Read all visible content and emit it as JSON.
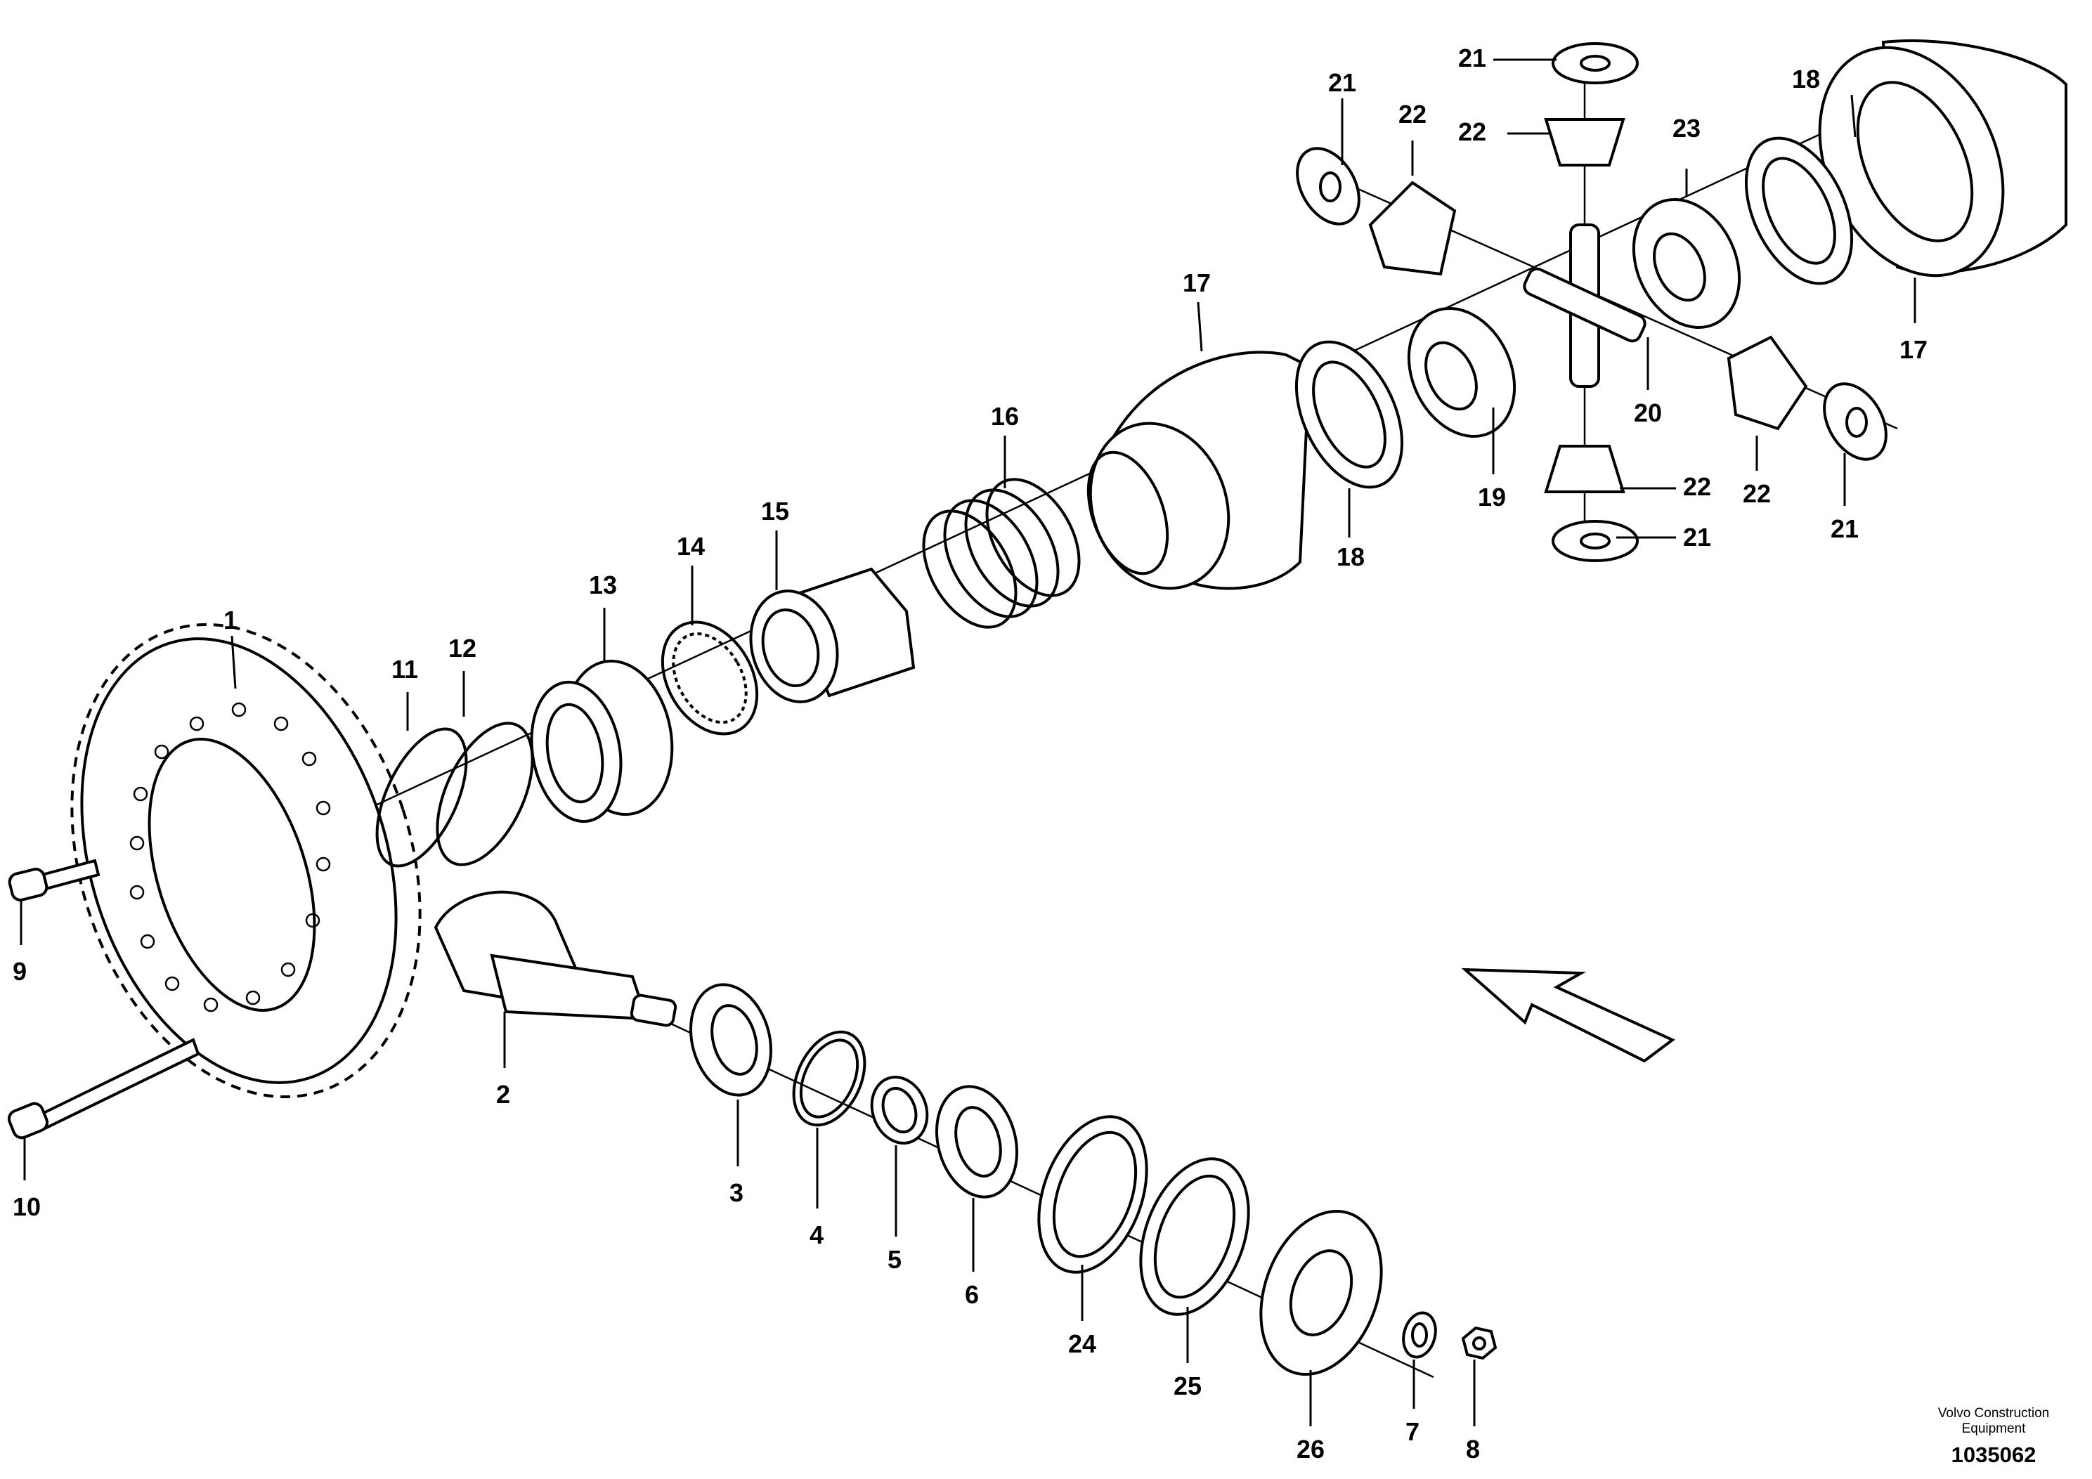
{
  "footer": {
    "brand_line1": "Volvo Construction",
    "brand_line2": "Equipment",
    "drawing_number": "1035062"
  },
  "labels": {
    "p1": "1",
    "p2": "2",
    "p3": "3",
    "p4": "4",
    "p5": "5",
    "p6": "6",
    "p7": "7",
    "p8": "8",
    "p9": "9",
    "p10": "10",
    "p11": "11",
    "p12": "12",
    "p13": "13",
    "p14": "14",
    "p15": "15",
    "p16": "16",
    "p17a": "17",
    "p17b": "17",
    "p18a": "18",
    "p18b": "18",
    "p19": "19",
    "p20": "20",
    "p21a": "21",
    "p21b": "21",
    "p21c": "21",
    "p21d": "21",
    "p22a": "22",
    "p22b": "22",
    "p22c": "22",
    "p22d": "22",
    "p23": "23",
    "p24": "24",
    "p25": "25",
    "p26": "26"
  }
}
